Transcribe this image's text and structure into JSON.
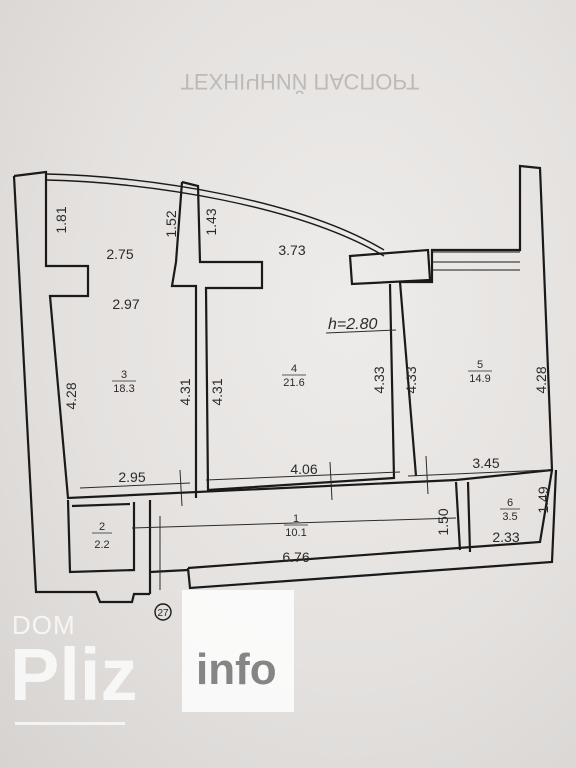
{
  "header_text": "ТЕХНІЧНИЙ ПАСПОРТ",
  "floor_height": "h=2.80",
  "rooms": [
    {
      "number": "1",
      "area": "10.1"
    },
    {
      "number": "2",
      "area": "2.2"
    },
    {
      "number": "3",
      "area": "18.3"
    },
    {
      "number": "4",
      "area": "21.6"
    },
    {
      "number": "5",
      "area": "14.9"
    },
    {
      "number": "6",
      "area": "3.5"
    }
  ],
  "dimensions": {
    "d_1_81": "1.81",
    "d_2_75": "2.75",
    "d_1_52": "1.52",
    "d_1_43": "1.43",
    "d_3_73": "3.73",
    "d_2_97": "2.97",
    "d_4_28_left": "4.28",
    "d_4_31_a": "4.31",
    "d_4_31_b": "4.31",
    "d_4_33_a": "4.33",
    "d_4_33_b": "4.33",
    "d_4_28_right": "4.28",
    "d_2_95": "2.95",
    "d_4_06": "4.06",
    "d_3_45": "3.45",
    "d_1_50": "1.50",
    "d_1_49": "1.49",
    "d_2_33": "2.33",
    "d_6_76": "6.76"
  },
  "entrance_mark": "27",
  "watermark": {
    "dom": "DOM",
    "pliz": "Pliz",
    "info": "info"
  }
}
